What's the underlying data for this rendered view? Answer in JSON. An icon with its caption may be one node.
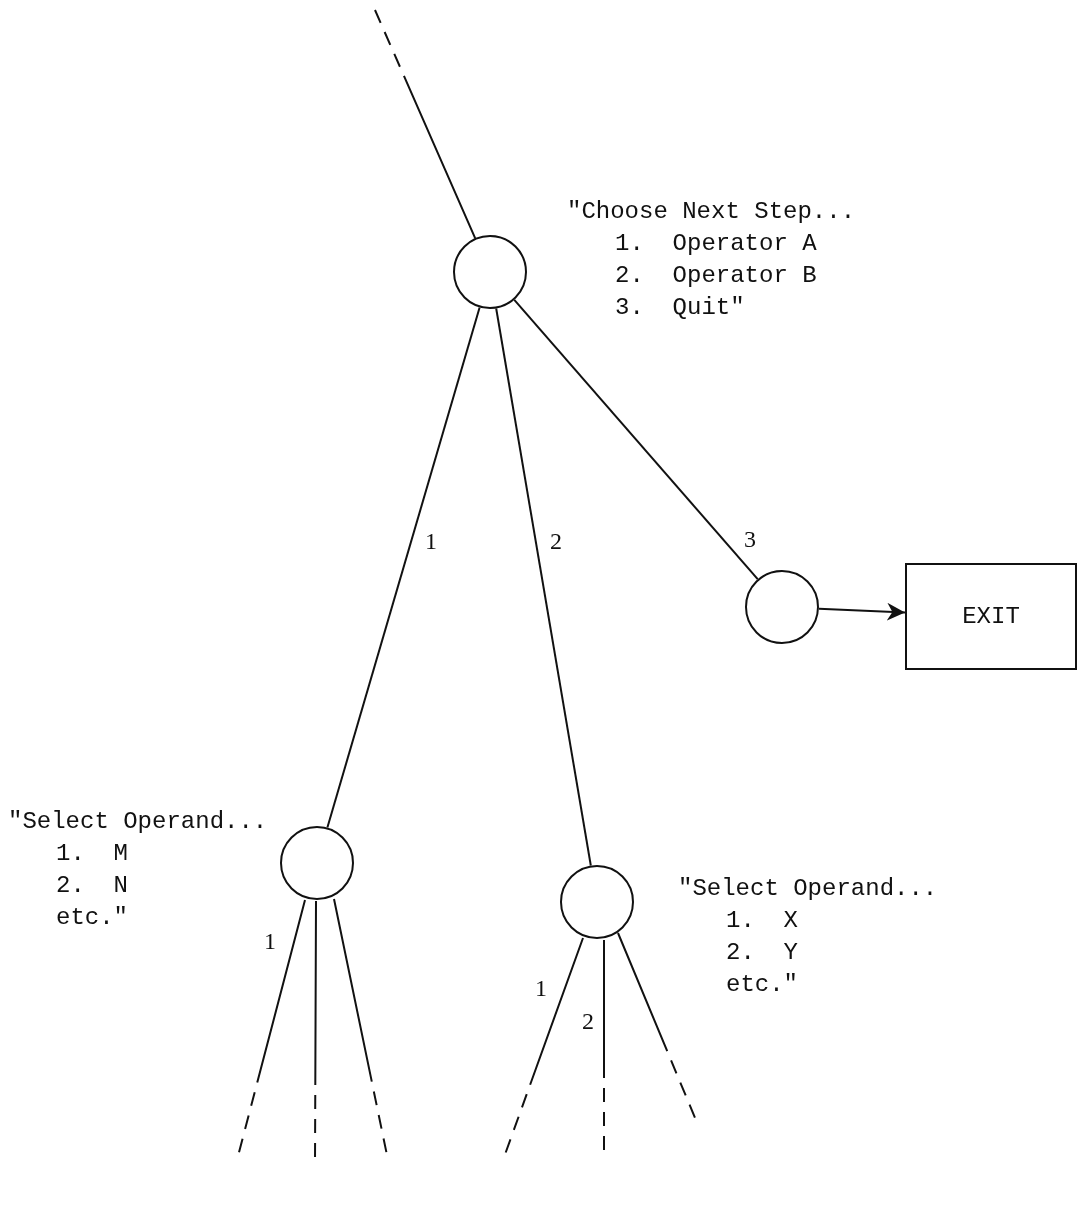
{
  "diagram": {
    "nodes": [
      {
        "text": [],
        "shape": "circle",
        "beside": [
          "\"Choose Next Step...",
          "1.  Operator A",
          "2.  Operator B",
          "3.  Quit\""
        ]
      },
      {
        "text": [],
        "shape": "circle"
      },
      {
        "text": [
          "EXIT"
        ]
      },
      {
        "text": [],
        "shape": "circle",
        "beside": [
          "\"Select Operand...",
          "1.  M",
          "2.  N",
          "etc.\""
        ]
      },
      {
        "text": [],
        "shape": "circle",
        "beside": [
          "\"Select Operand...",
          "1.  X",
          "2.  Y",
          "etc.\""
        ]
      }
    ],
    "edges": [
      {
        "from": null,
        "to": 0,
        "arrow": "none",
        "style": "dashed"
      },
      {
        "from": 0,
        "to": 3,
        "arrow": "none",
        "label": "1"
      },
      {
        "from": 0,
        "to": 4,
        "arrow": "none",
        "label": "2"
      },
      {
        "from": 0,
        "to": 1,
        "arrow": "none",
        "label": "3"
      },
      {
        "from": 1,
        "to": 2,
        "arrow": "to"
      },
      {
        "from": 3,
        "to": null,
        "arrow": "none",
        "style": "dashed",
        "label": "1"
      },
      {
        "from": 3,
        "to": null,
        "arrow": "none",
        "style": "dashed"
      },
      {
        "from": 3,
        "to": null,
        "arrow": "none",
        "style": "dashed"
      },
      {
        "from": 4,
        "to": null,
        "arrow": "none",
        "style": "dashed",
        "label": "1"
      },
      {
        "from": 4,
        "to": null,
        "arrow": "none",
        "style": "dashed",
        "label": "2"
      },
      {
        "from": 4,
        "to": null,
        "arrow": "none",
        "style": "dashed"
      }
    ]
  }
}
